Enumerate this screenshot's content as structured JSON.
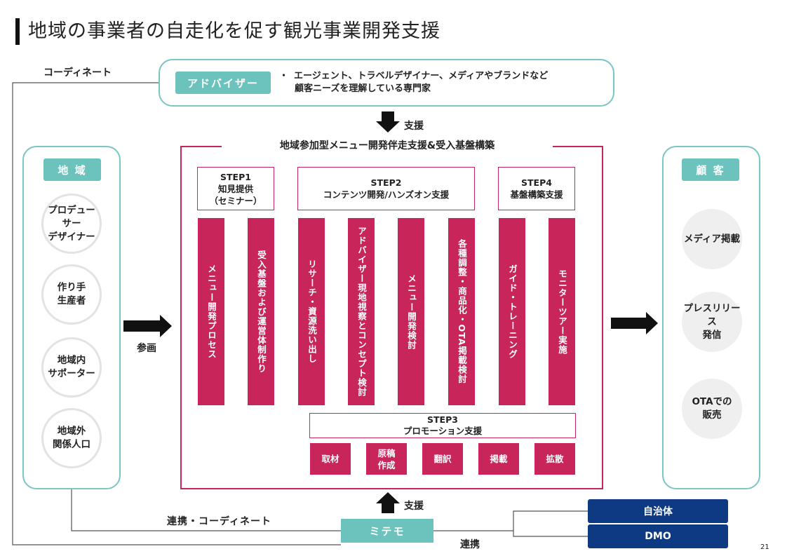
{
  "title": "地域の事業者の自走化を促す観光事業開発支援",
  "advisor": {
    "label": "アドバイザー",
    "bullet": "・",
    "desc_line1": "エージェント、トラベルデザイナー、メディアやブランドなど",
    "desc_line2": "顧客ニーズを理解している専門家"
  },
  "coordinate_top": "コーディネート",
  "support_top": "支援",
  "main_title": "地域参加型メニュー開発伴走支援&受入基盤構築",
  "step1": {
    "label": "STEP1",
    "name_line1": "知見提供",
    "name_line2": "（セミナー）"
  },
  "step2": {
    "label": "STEP2",
    "name": "コンテンツ開発/ハンズオン支援"
  },
  "step4": {
    "label": "STEP4",
    "name": "基盤構築支援"
  },
  "step3": {
    "label": "STEP3",
    "name": "プロモーション支援"
  },
  "bars": [
    "メニュー開発プロセス",
    "受入基盤および運営体制作り",
    "リサーチ・資源洗い出し",
    "アドバイザー現地視察とコンセプト検討",
    "メニュー開発検討",
    "各種調整・商品化・OTA掲載検討",
    "ガイド・トレーニング",
    "モニターツアー実施"
  ],
  "step3_items": [
    "取材",
    "原稿\n作成",
    "翻訳",
    "掲載",
    "拡散"
  ],
  "region": {
    "label": "地 域",
    "items": [
      "プロデューサー\nデザイナー",
      "作り手\n生産者",
      "地域内\nサポーター",
      "地域外\n関係人口"
    ]
  },
  "participation": "参画",
  "customer": {
    "label": "顧 客",
    "items": [
      "メディア掲載",
      "プレスリリース\n発信",
      "OTAでの\n販売"
    ]
  },
  "support_bottom": "支援",
  "cooperation_coordinate": "連携・コーディネート",
  "mitemo": "ミテモ",
  "cooperation": "連携",
  "partners": [
    "自治体",
    "DMO"
  ],
  "page_number": "21"
}
